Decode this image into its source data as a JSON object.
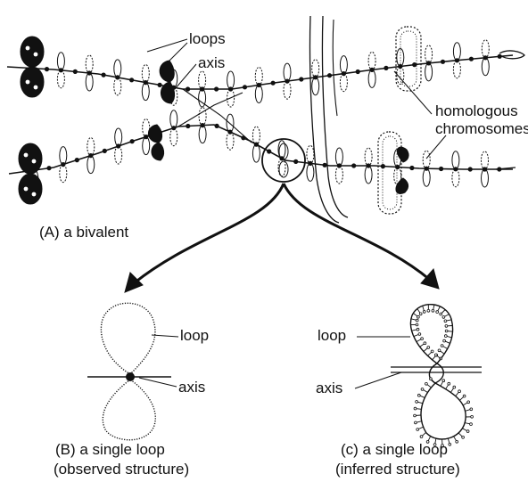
{
  "labels": {
    "loops": "loops",
    "axis": "axis",
    "homologous_line1": "homologous",
    "homologous_line2": "chromosomes"
  },
  "panel_a": {
    "caption": "(A) a bivalent"
  },
  "panel_b": {
    "loop_label": "loop",
    "axis_label": "axis",
    "caption_line1": "(B) a single loop",
    "caption_line2": "(observed structure)"
  },
  "panel_c": {
    "loop_label": "loop",
    "axis_label": "axis",
    "caption_line1": "(c) a single loop",
    "caption_line2": "(inferred structure)"
  },
  "colors": {
    "ink": "#111111",
    "background": "#ffffff"
  }
}
